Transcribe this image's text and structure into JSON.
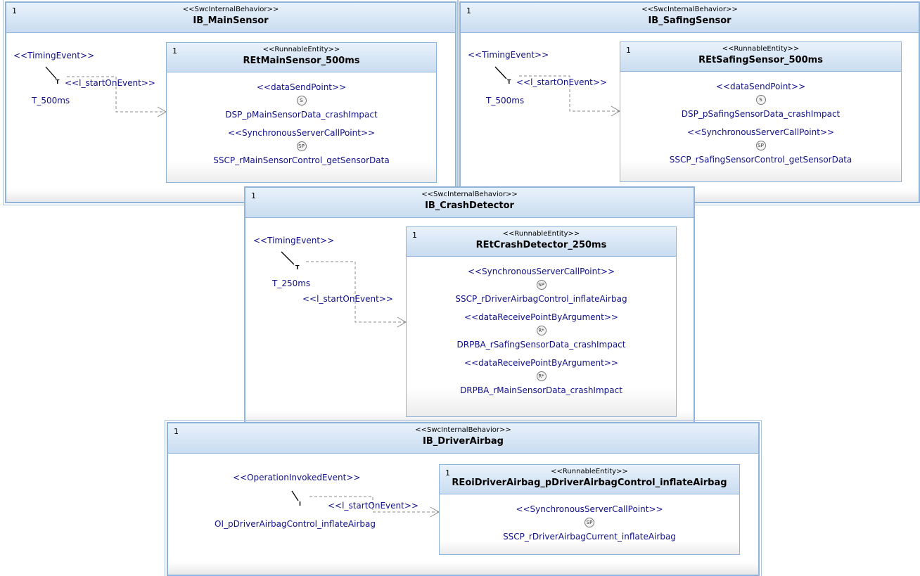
{
  "behaviors": [
    {
      "mult": "1",
      "stereotype": "<<SwcInternalBehavior>>",
      "name": "IB_MainSensor",
      "event": {
        "stereotype": "<<TimingEvent>>",
        "marker": "T",
        "name": "T_500ms"
      },
      "link": "<<l_startOnEvent>>",
      "runnable": {
        "mult": "1",
        "stereotype": "<<RunnableEntity>>",
        "name": "REtMainSensor_500ms",
        "items": [
          {
            "stereotype": "<<dataSendPoint>>",
            "icon": "S",
            "name": "DSP_pMainSensorData_crashImpact"
          },
          {
            "stereotype": "<<SynchronousServerCallPoint>>",
            "icon": "SP",
            "name": "SSCP_rMainSensorControl_getSensorData"
          }
        ]
      }
    },
    {
      "mult": "1",
      "stereotype": "<<SwcInternalBehavior>>",
      "name": "IB_SafingSensor",
      "event": {
        "stereotype": "<<TimingEvent>>",
        "marker": "T",
        "name": "T_500ms"
      },
      "link": "<<l_startOnEvent>>",
      "runnable": {
        "mult": "1",
        "stereotype": "<<RunnableEntity>>",
        "name": "REtSafingSensor_500ms",
        "items": [
          {
            "stereotype": "<<dataSendPoint>>",
            "icon": "S",
            "name": "DSP_pSafingSensorData_crashImpact"
          },
          {
            "stereotype": "<<SynchronousServerCallPoint>>",
            "icon": "SP",
            "name": "SSCP_rSafingSensorControl_getSensorData"
          }
        ]
      }
    },
    {
      "mult": "1",
      "stereotype": "<<SwcInternalBehavior>>",
      "name": "IB_CrashDetector",
      "event": {
        "stereotype": "<<TimingEvent>>",
        "marker": "T",
        "name": "T_250ms"
      },
      "link": "<<l_startOnEvent>>",
      "runnable": {
        "mult": "1",
        "stereotype": "<<RunnableEntity>>",
        "name": "REtCrashDetector_250ms",
        "items": [
          {
            "stereotype": "<<SynchronousServerCallPoint>>",
            "icon": "SP",
            "name": "SSCP_rDriverAirbagControl_inflateAirbag"
          },
          {
            "stereotype": "<<dataReceivePointByArgument>>",
            "icon": "R*",
            "name": "DRPBA_rSafingSensorData_crashImpact"
          },
          {
            "stereotype": "<<dataReceivePointByArgument>>",
            "icon": "R*",
            "name": "DRPBA_rMainSensorData_crashImpact"
          }
        ]
      }
    },
    {
      "mult": "1",
      "stereotype": "<<SwcInternalBehavior>>",
      "name": "IB_DriverAirbag",
      "event": {
        "stereotype": "<<OperationInvokedEvent>>",
        "marker": "I",
        "name": "OI_pDriverAirbagControl_inflateAirbag"
      },
      "link": "<<l_startOnEvent>>",
      "runnable": {
        "mult": "1",
        "stereotype": "<<RunnableEntity>>",
        "name": "REoiDriverAirbag_pDriverAirbagControl_inflateAirbag",
        "items": [
          {
            "stereotype": "<<SynchronousServerCallPoint>>",
            "icon": "SP",
            "name": "SSCP_rDriverAirbagCurrent_inflateAirbag"
          }
        ]
      }
    }
  ]
}
